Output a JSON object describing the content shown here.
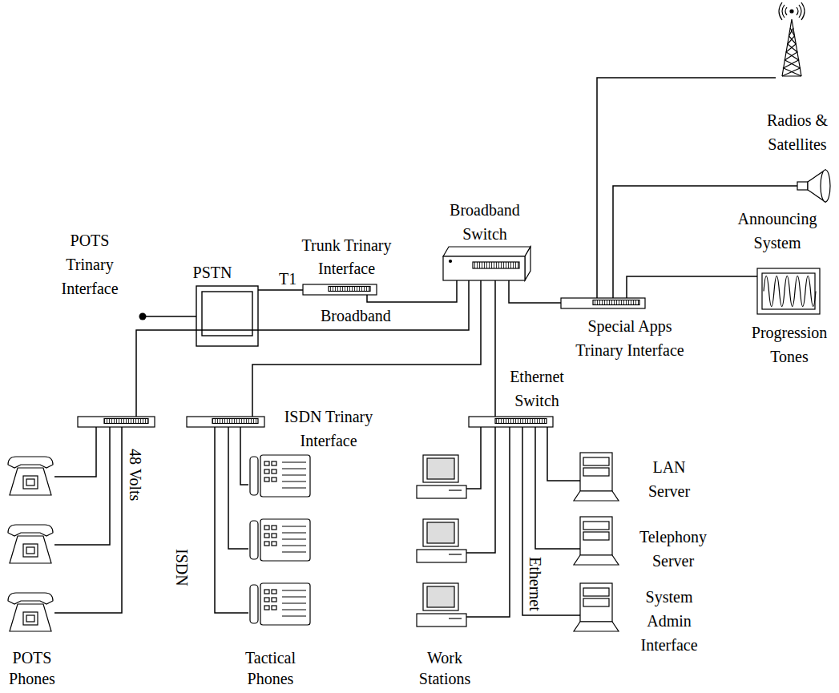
{
  "diagram": {
    "nodes": [
      {
        "text": [
          "Radios & Satellites"
        ]
      },
      {
        "text": [
          "Broadband Switch"
        ]
      },
      {
        "text": [
          "Announcing System"
        ]
      },
      {
        "text": [
          "PSTN"
        ]
      },
      {
        "text": [
          "Trunk Trinary Interface"
        ]
      },
      {
        "text": [
          "Special Apps Trinary Interface"
        ]
      },
      {
        "text": [
          "Progression Tones"
        ]
      },
      {
        "text": [
          "POTS Trinary Interface"
        ]
      },
      {
        "text": [
          "ISDN Trinary Interface"
        ]
      },
      {
        "text": [
          "Ethernet Switch"
        ]
      },
      {
        "text": [
          "LAN Server"
        ]
      },
      {
        "text": [
          "Telephony Server"
        ]
      },
      {
        "text": [
          "System Admin Interface"
        ]
      },
      {
        "text": [
          "POTS Phones"
        ]
      },
      {
        "text": [
          "Tactical Phones"
        ]
      },
      {
        "text": [
          "Work Stations"
        ]
      }
    ],
    "edges": [
      {
        "from": 3,
        "to": 4,
        "arrow": "none",
        "label": "T1"
      },
      {
        "from": 4,
        "to": 1,
        "arrow": "none"
      },
      {
        "from": 1,
        "to": 7,
        "arrow": "none"
      },
      {
        "from": 1,
        "to": 8,
        "arrow": "none"
      },
      {
        "from": 1,
        "to": 9,
        "arrow": "none"
      },
      {
        "from": 1,
        "to": 5,
        "arrow": "none"
      },
      {
        "from": 5,
        "to": 0,
        "arrow": "none"
      },
      {
        "from": 5,
        "to": 2,
        "arrow": "none"
      },
      {
        "from": 5,
        "to": 6,
        "arrow": "none"
      },
      {
        "from": 7,
        "to": 13,
        "arrow": "none"
      },
      {
        "from": 8,
        "to": 14,
        "arrow": "none"
      },
      {
        "from": 9,
        "to": 15,
        "arrow": "none"
      },
      {
        "from": 9,
        "to": 10,
        "arrow": "none"
      },
      {
        "from": 9,
        "to": 11,
        "arrow": "none"
      },
      {
        "from": 9,
        "to": 12,
        "arrow": "none"
      }
    ],
    "labels": [
      "Broadband",
      "48 Volts",
      "ISDN",
      "Ethernet"
    ]
  }
}
